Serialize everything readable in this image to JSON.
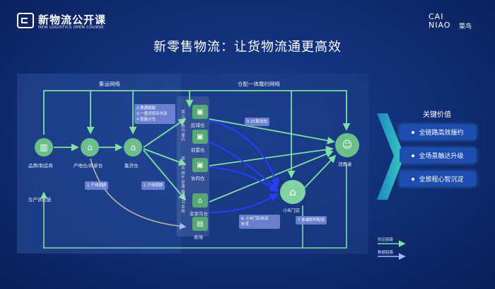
{
  "header": {
    "brand": "新物流公开课",
    "brand_sub": "NEW LOGISTICS OPEN COURSE",
    "cainiao_en": "CAI\nNIAO",
    "cainiao_cn": "菜鸟"
  },
  "title": "新零售物流：让货物流通更高效",
  "sections": {
    "left": "集运网络",
    "right": "仓配一体履约网络"
  },
  "nodes": {
    "brand": "品牌/制造商",
    "origin": "产地仓/商家仓",
    "consolidation": "集货仓",
    "supply_chain": "生产供应链",
    "regional": "区域仓",
    "front": "前置仓",
    "partner": "协同仓",
    "non_cainiao": "非菜鸟仓",
    "store_sell": "卖场",
    "small_store": "小B门店",
    "consumer": "消费者"
  },
  "vertical_labels": {
    "cainiao_system": "菜鸟系统仓履约",
    "external": "菜鸟系统外部履约",
    "non_system": "非菜鸟系统"
  },
  "notes": {
    "data_enable": [
      "2.数据赋能",
      "3.一盘货库存共享",
      "4.智能分仓"
    ],
    "trunk1": "1.干线调拨",
    "trunk2": "1.干线调拨",
    "b2c": "5.2C配送包",
    "store_replenish": [
      "6. 小B门店自动",
      "补货"
    ],
    "instant": "7.末端即时配送"
  },
  "values": {
    "title": "关键价值",
    "items": [
      "全链路高效履约",
      "全场景触达升级",
      "全旅程心智沉淀"
    ]
  },
  "legend": {
    "supply": "供应链路",
    "data": "数据链路"
  },
  "colors": {
    "accent": "#1d4db0",
    "node_green": "#6bbf8a",
    "arrow_green": "#7fe0a0",
    "arrow_blue": "#2a3dff",
    "panel": "#284e9b"
  }
}
